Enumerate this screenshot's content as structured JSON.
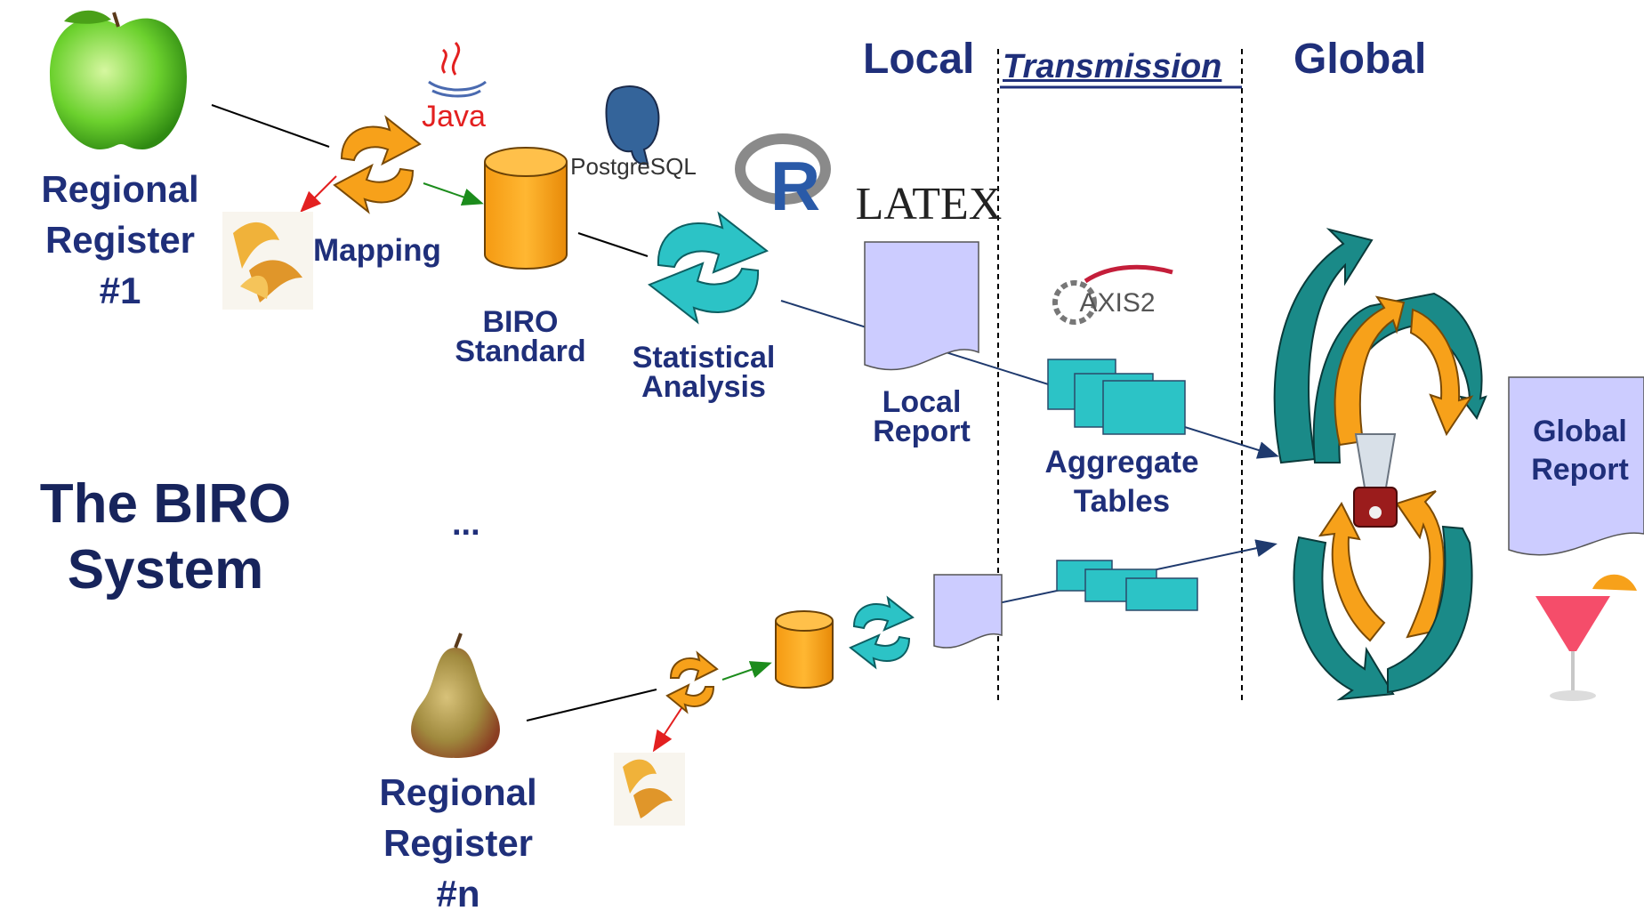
{
  "title": {
    "line1": "The BIRO",
    "line2": "System"
  },
  "sections": {
    "local": "Local",
    "transmission": "Transmission",
    "global": "Global"
  },
  "register1": {
    "line1": "Regional",
    "line2": "Register",
    "line3": "#1"
  },
  "registern": {
    "line1": "Regional",
    "line2": "Register",
    "line3": "#n"
  },
  "labels": {
    "mapping": "Mapping",
    "biro_standard": {
      "line1": "BIRO",
      "line2": "Standard"
    },
    "statistical_analysis": {
      "line1": "Statistical",
      "line2": "Analysis"
    },
    "local_report": {
      "line1": "Local",
      "line2": "Report"
    },
    "aggregate_tables": {
      "line1": "Aggregate",
      "line2": "Tables"
    },
    "global_report": {
      "line1": "Global",
      "line2": "Report"
    },
    "ellipsis": "..."
  },
  "logos": {
    "java": "Java",
    "postgresql": "PostgreSQL",
    "r": "R",
    "latex": "LATEX",
    "axis2": "AXIS2"
  },
  "icons": [
    "apple-icon",
    "pear-icon",
    "peel-icon",
    "blender-icon",
    "cocktail-icon",
    "java-logo",
    "postgresql-logo",
    "r-logo",
    "latex-logo",
    "axis2-logo"
  ],
  "colors": {
    "title": "#1f2f7a",
    "orange": "#f7a11a",
    "teal": "#2cc3c6",
    "dark_teal": "#1a7a7a",
    "doc_fill": "#ccccff",
    "arrow_red": "#e32020",
    "arrow_green": "#1c8c1c",
    "arrow_navy": "#1f3a6e"
  }
}
